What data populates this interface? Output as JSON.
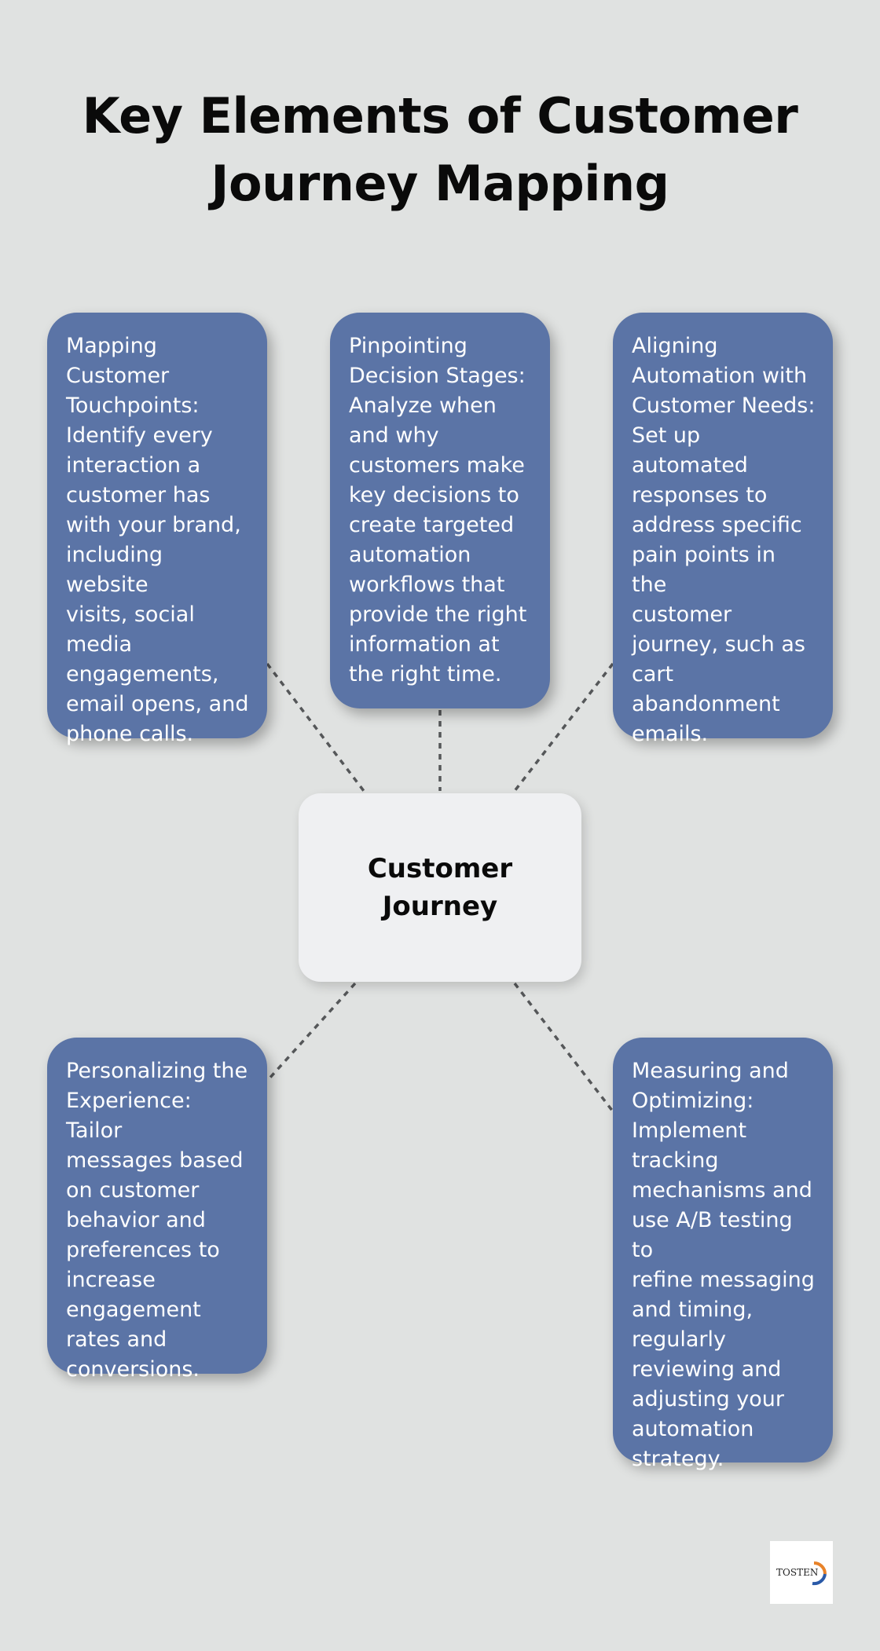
{
  "title": {
    "line1": "Key Elements of Customer",
    "line2": "Journey Mapping"
  },
  "center": {
    "label": "Customer\nJourney"
  },
  "cards": [
    {
      "text": "Mapping\nCustomer\nTouchpoints:\nIdentify every\ninteraction a\ncustomer has\nwith your brand,\nincluding website\nvisits, social\nmedia\nengagements,\nemail opens, and\nphone calls."
    },
    {
      "text": "Pinpointing\nDecision Stages:\nAnalyze when\nand why\ncustomers make\nkey decisions to\ncreate targeted\nautomation\nworkflows that\nprovide the right\ninformation at\nthe right time."
    },
    {
      "text": "Aligning\nAutomation with\nCustomer Needs:\nSet up\nautomated\nresponses to\naddress specific\npain points in the\ncustomer\njourney, such as\ncart\nabandonment\nemails."
    },
    {
      "text": "Personalizing the\nExperience: Tailor\nmessages based\non customer\nbehavior and\npreferences to\nincrease\nengagement\nrates and\nconversions."
    },
    {
      "text": "Measuring and\nOptimizing:\nImplement\ntracking\nmechanisms and\nuse A/B testing to\nrefine messaging\nand timing,\nregularly\nreviewing and\nadjusting your\nautomation\nstrategy."
    }
  ],
  "logo": {
    "text": "TOSTEN",
    "colors": {
      "ring_orange": "#e8832a",
      "ring_blue": "#2a5aa8"
    }
  },
  "colors": {
    "background": "#e0e2e1",
    "card": "#5b74a6",
    "center": "#eff0f2",
    "connector": "#555759"
  }
}
